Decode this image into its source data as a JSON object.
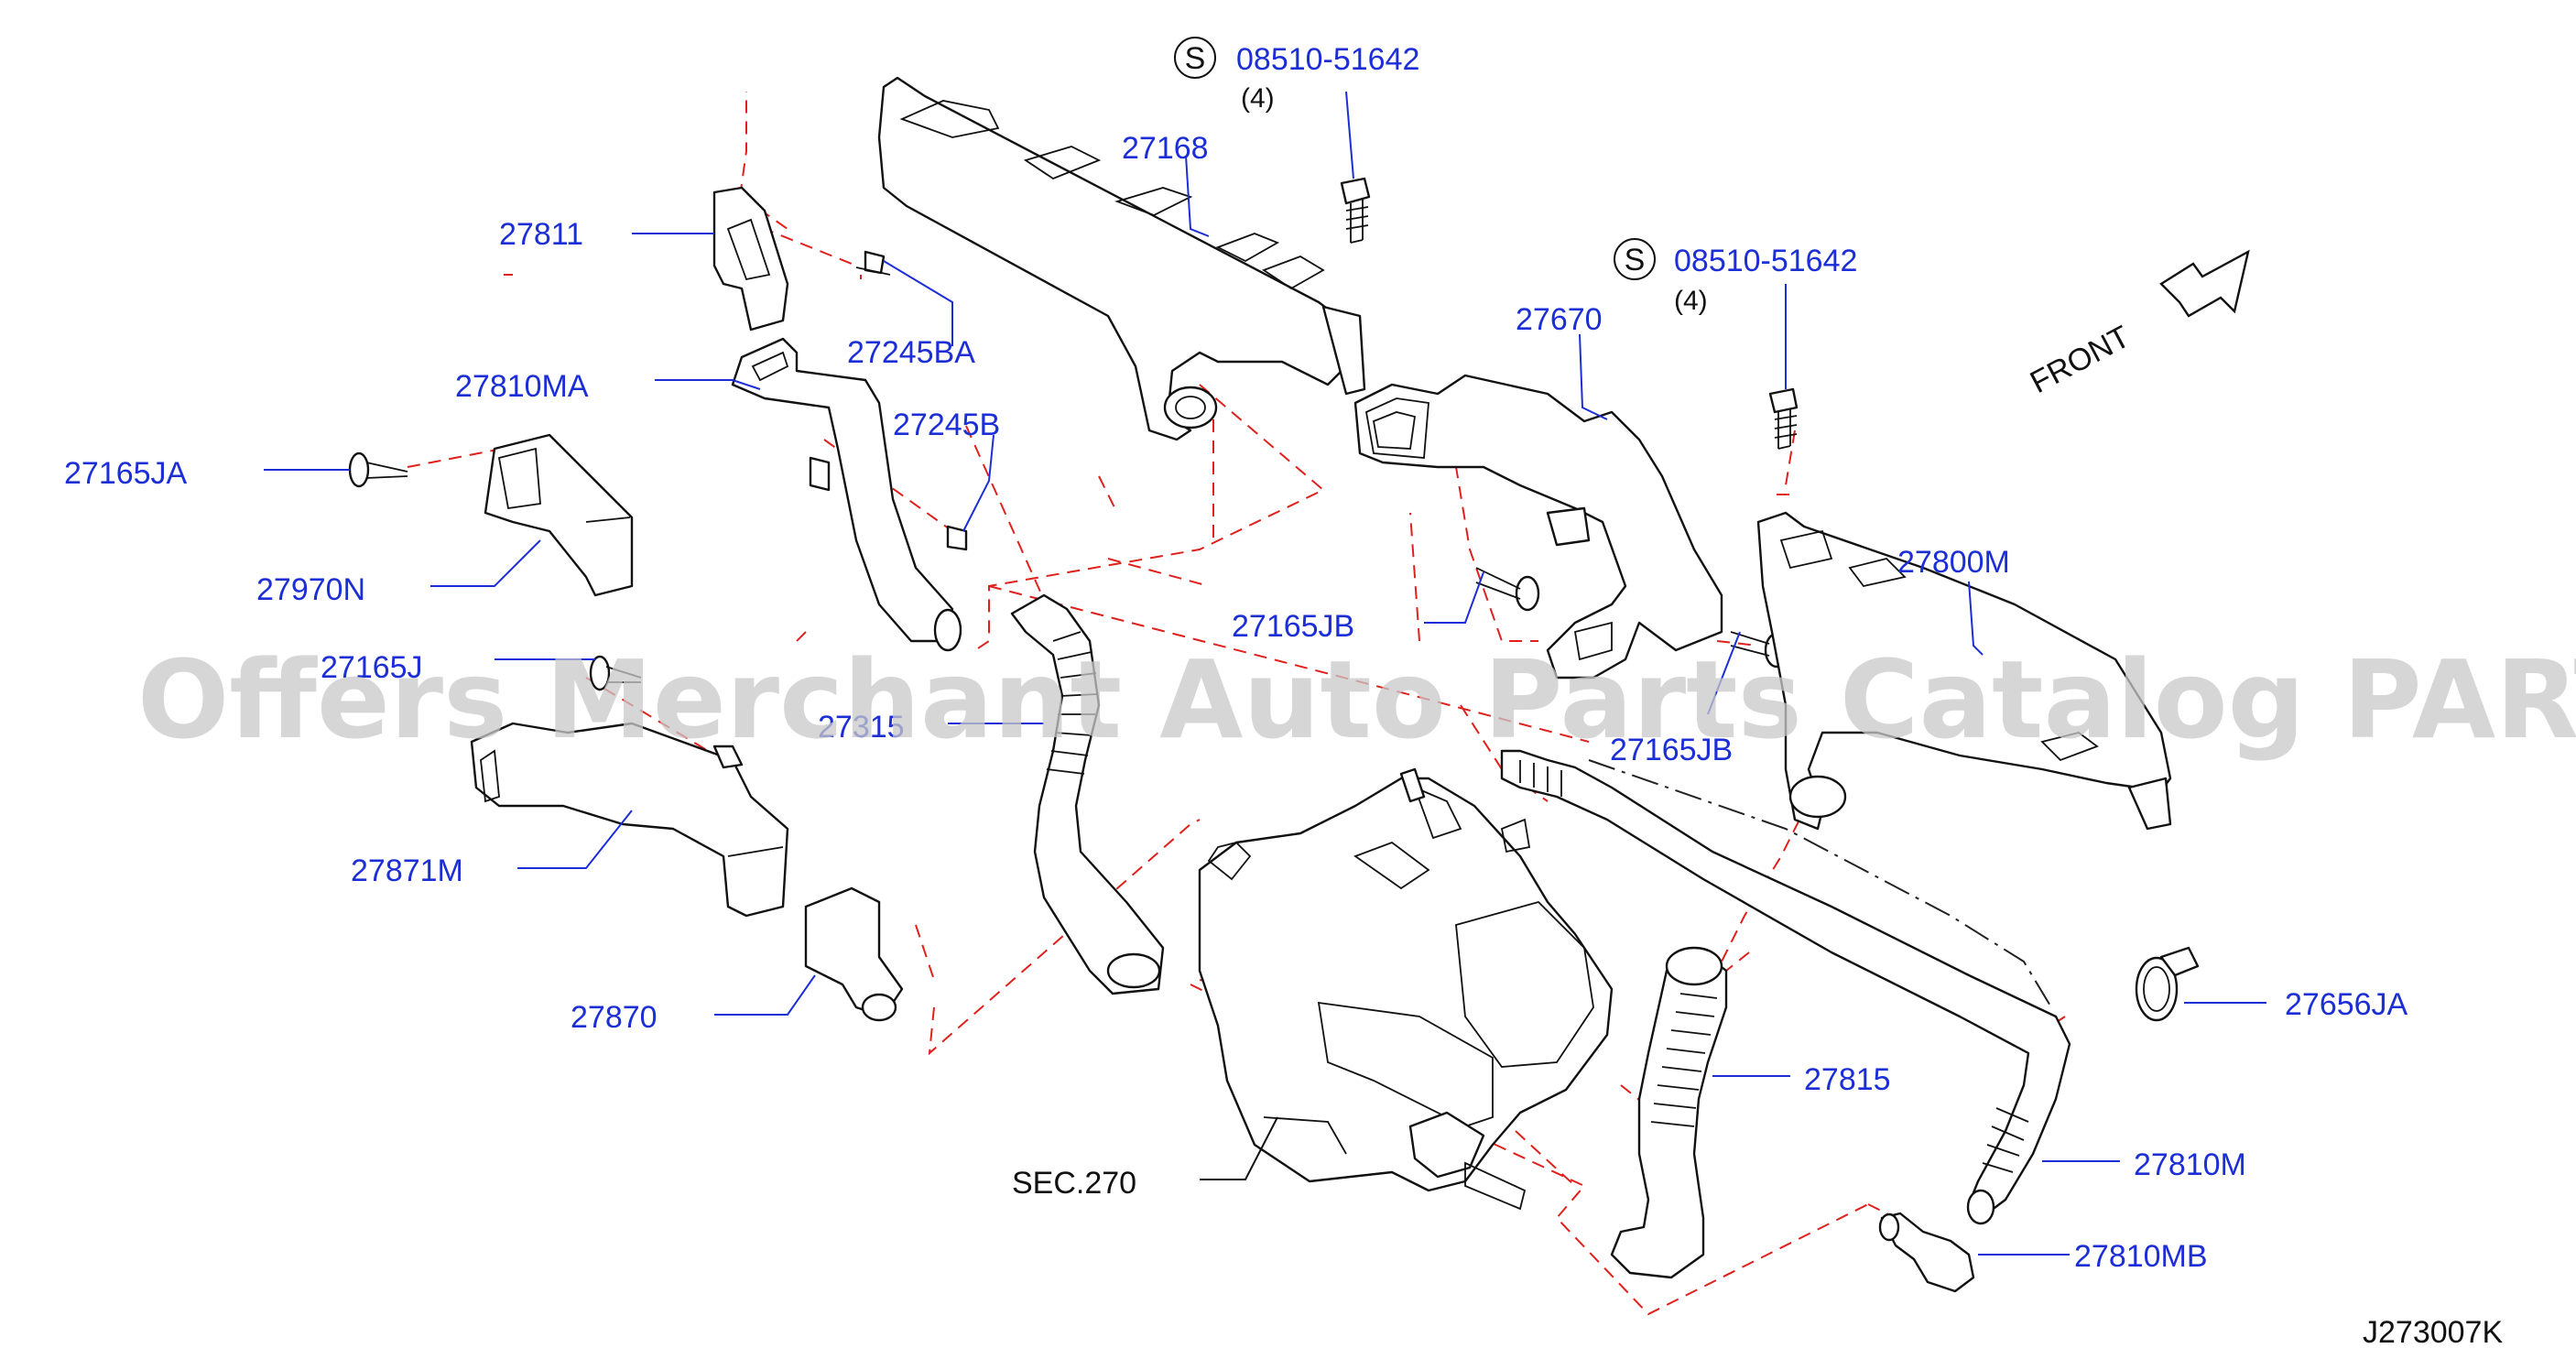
{
  "diagram": {
    "parts": {
      "p27168": "27168",
      "p27811": "27811",
      "p27245BA": "27245BA",
      "p27810MA": "27810MA",
      "p27245B": "27245B",
      "p27165JA": "27165JA",
      "p27970N": "27970N",
      "p27165J": "27165J",
      "p27315": "27315",
      "p27871M": "27871M",
      "p27870": "27870",
      "p27670": "27670",
      "p27165JB_a": "27165JB",
      "p27165JB_b": "27165JB",
      "p27800M": "27800M",
      "p27656JA": "27656JA",
      "p27815": "27815",
      "p27810M": "27810M",
      "p27810MB": "27810MB",
      "sec270": "SEC.270"
    },
    "screw_left": {
      "symbol": "S",
      "part": "08510-51642",
      "qty": "(4)"
    },
    "screw_right": {
      "symbol": "S",
      "part": "08510-51642",
      "qty": "(4)"
    },
    "front_label": "FRONT",
    "diagram_id": "J273007K",
    "watermark": "Offers Merchant Auto Parts Catalog PARTSTORE.SA",
    "colors": {
      "label": "#1c2fd6",
      "dashed_line": "#e0201c",
      "outline": "#111111"
    }
  }
}
